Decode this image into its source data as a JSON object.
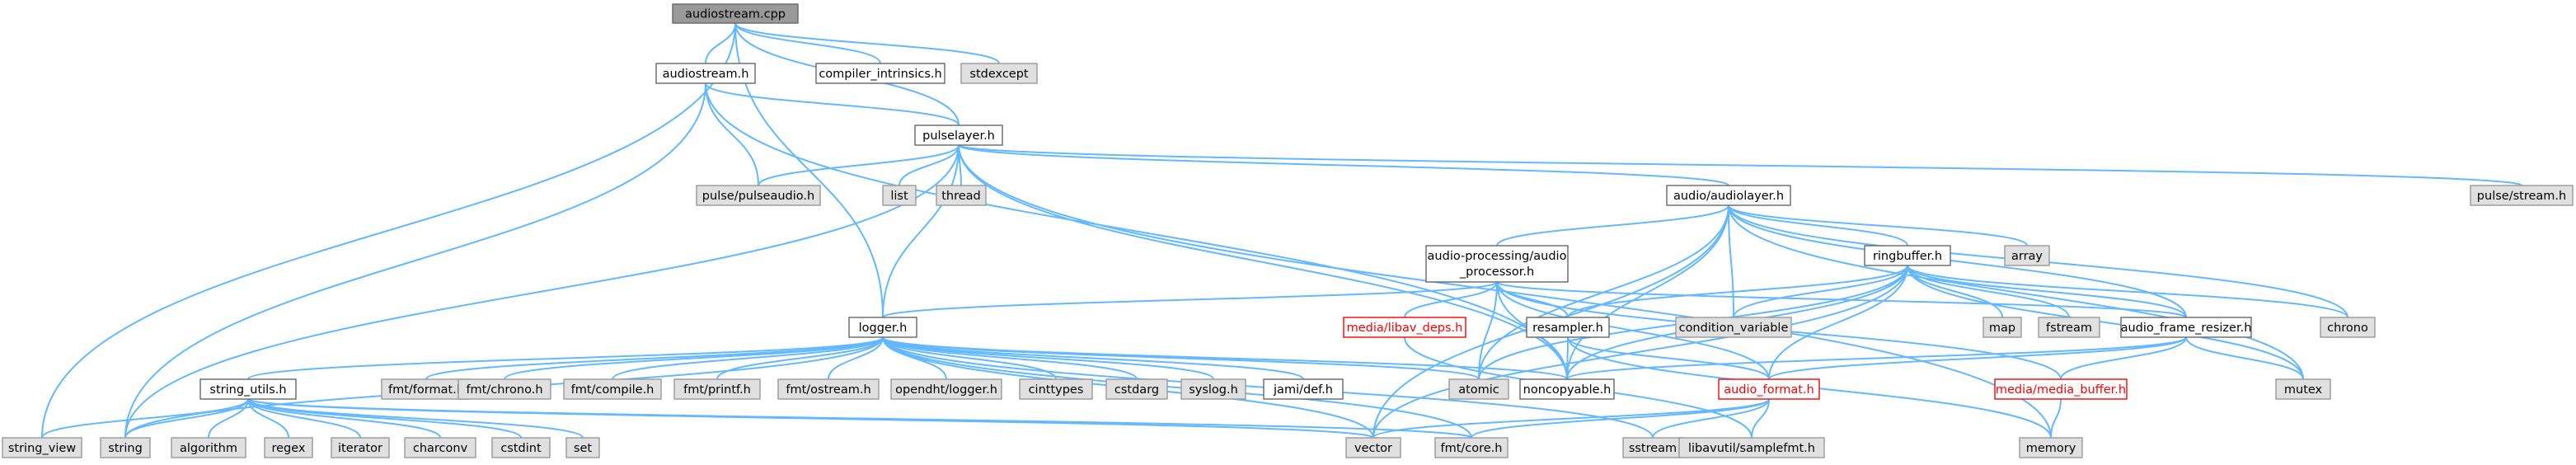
{
  "diagram": {
    "type": "include-dependency-graph",
    "root": "audiostream.cpp",
    "colors": {
      "edge": "#63b8ff",
      "root_fill": "#999999",
      "external_fill": "#e0e0e0",
      "documented_fill": "#ffffff",
      "missing_border": "#ff0000"
    },
    "nodes": [
      {
        "id": "audiostream_cpp",
        "label": "audiostream.cpp",
        "kind": "root"
      },
      {
        "id": "audiostream_h",
        "label": "audiostream.h",
        "kind": "int"
      },
      {
        "id": "compiler_intrinsics_h",
        "label": "compiler_intrinsics.h",
        "kind": "int"
      },
      {
        "id": "stdexcept",
        "label": "stdexcept",
        "kind": "ext"
      },
      {
        "id": "string_view",
        "label": "string_view",
        "kind": "ext"
      },
      {
        "id": "pulselayer_h",
        "label": "pulselayer.h",
        "kind": "int"
      },
      {
        "id": "logger_h",
        "label": "logger.h",
        "kind": "int"
      },
      {
        "id": "string",
        "label": "string",
        "kind": "ext"
      },
      {
        "id": "noncopyable_h",
        "label": "noncopyable.h",
        "kind": "int"
      },
      {
        "id": "pulse_pulseaudio_h",
        "label": "pulse/pulseaudio.h",
        "kind": "ext"
      },
      {
        "id": "list",
        "label": "list",
        "kind": "ext"
      },
      {
        "id": "thread",
        "label": "thread",
        "kind": "ext"
      },
      {
        "id": "audio_audiolayer_h",
        "label": "audio/audiolayer.h",
        "kind": "int"
      },
      {
        "id": "memory",
        "label": "memory",
        "kind": "ext"
      },
      {
        "id": "pulse_stream_h",
        "label": "pulse/stream.h",
        "kind": "ext"
      },
      {
        "id": "fmt_format_h",
        "label": "fmt/format.h",
        "kind": "ext"
      },
      {
        "id": "fmt_chrono_h",
        "label": "fmt/chrono.h",
        "kind": "ext"
      },
      {
        "id": "fmt_compile_h",
        "label": "fmt/compile.h",
        "kind": "ext"
      },
      {
        "id": "fmt_printf_h",
        "label": "fmt/printf.h",
        "kind": "ext"
      },
      {
        "id": "fmt_ostream_h",
        "label": "fmt/ostream.h",
        "kind": "ext"
      },
      {
        "id": "opendht_logger_h",
        "label": "opendht/logger.h",
        "kind": "ext"
      },
      {
        "id": "cinttypes",
        "label": "cinttypes",
        "kind": "ext"
      },
      {
        "id": "cstdarg",
        "label": "cstdarg",
        "kind": "ext"
      },
      {
        "id": "syslog_h",
        "label": "syslog.h",
        "kind": "ext"
      },
      {
        "id": "jami_def_h",
        "label": "jami/def.h",
        "kind": "int"
      },
      {
        "id": "string_utils_h",
        "label": "string_utils.h",
        "kind": "int"
      },
      {
        "id": "algorithm",
        "label": "algorithm",
        "kind": "ext"
      },
      {
        "id": "regex",
        "label": "regex",
        "kind": "ext"
      },
      {
        "id": "iterator",
        "label": "iterator",
        "kind": "ext"
      },
      {
        "id": "charconv",
        "label": "charconv",
        "kind": "ext"
      },
      {
        "id": "cstdint",
        "label": "cstdint",
        "kind": "ext"
      },
      {
        "id": "set",
        "label": "set",
        "kind": "ext"
      },
      {
        "id": "vector",
        "label": "vector",
        "kind": "ext"
      },
      {
        "id": "fmt_core_h",
        "label": "fmt/core.h",
        "kind": "ext"
      },
      {
        "id": "sstream",
        "label": "sstream",
        "kind": "ext"
      },
      {
        "id": "audio_processing_h",
        "label": "audio-processing/audio",
        "label2": "_processor.h",
        "kind": "int"
      },
      {
        "id": "media_libav_deps_h",
        "label": "media/libav_deps.h",
        "kind": "missing"
      },
      {
        "id": "resampler_h",
        "label": "resampler.h",
        "kind": "int"
      },
      {
        "id": "atomic",
        "label": "atomic",
        "kind": "ext"
      },
      {
        "id": "ringbuffer_h",
        "label": "ringbuffer.h",
        "kind": "int"
      },
      {
        "id": "condition_variable",
        "label": "condition_variable",
        "kind": "ext"
      },
      {
        "id": "map",
        "label": "map",
        "kind": "ext"
      },
      {
        "id": "fstream",
        "label": "fstream",
        "kind": "ext"
      },
      {
        "id": "audio_frame_resizer_h",
        "label": "audio_frame_resizer.h",
        "kind": "int"
      },
      {
        "id": "chrono",
        "label": "chrono",
        "kind": "ext"
      },
      {
        "id": "array",
        "label": "array",
        "kind": "ext"
      },
      {
        "id": "mutex",
        "label": "mutex",
        "kind": "ext"
      },
      {
        "id": "audio_format_h",
        "label": "audio_format.h",
        "kind": "missing"
      },
      {
        "id": "media_media_buffer_h",
        "label": "media/media_buffer.h",
        "kind": "missing"
      },
      {
        "id": "libavutil_samplefmt_h",
        "label": "libavutil/samplefmt.h",
        "kind": "ext"
      }
    ],
    "edges": [
      [
        "audiostream_cpp",
        "string_view"
      ],
      [
        "audiostream_cpp",
        "audiostream_h"
      ],
      [
        "audiostream_cpp",
        "compiler_intrinsics_h"
      ],
      [
        "audiostream_cpp",
        "stdexcept"
      ],
      [
        "audiostream_cpp",
        "pulselayer_h"
      ],
      [
        "audiostream_cpp",
        "logger_h"
      ],
      [
        "audiostream_h",
        "string"
      ],
      [
        "audiostream_h",
        "pulselayer_h"
      ],
      [
        "audiostream_h",
        "noncopyable_h"
      ],
      [
        "audiostream_h",
        "pulse_pulseaudio_h"
      ],
      [
        "pulselayer_h",
        "pulse_pulseaudio_h"
      ],
      [
        "pulselayer_h",
        "list"
      ],
      [
        "pulselayer_h",
        "thread"
      ],
      [
        "pulselayer_h",
        "string"
      ],
      [
        "pulselayer_h",
        "logger_h"
      ],
      [
        "pulselayer_h",
        "noncopyable_h"
      ],
      [
        "pulselayer_h",
        "audio_audiolayer_h"
      ],
      [
        "pulselayer_h",
        "memory"
      ],
      [
        "pulselayer_h",
        "pulse_stream_h"
      ],
      [
        "logger_h",
        "fmt_format_h"
      ],
      [
        "logger_h",
        "fmt_chrono_h"
      ],
      [
        "logger_h",
        "fmt_compile_h"
      ],
      [
        "logger_h",
        "fmt_printf_h"
      ],
      [
        "logger_h",
        "fmt_ostream_h"
      ],
      [
        "logger_h",
        "opendht_logger_h"
      ],
      [
        "logger_h",
        "cinttypes"
      ],
      [
        "logger_h",
        "cstdarg"
      ],
      [
        "logger_h",
        "syslog_h"
      ],
      [
        "logger_h",
        "jami_def_h"
      ],
      [
        "logger_h",
        "string_utils_h"
      ],
      [
        "logger_h",
        "string"
      ],
      [
        "logger_h",
        "atomic"
      ],
      [
        "logger_h",
        "noncopyable_h"
      ],
      [
        "logger_h",
        "vector"
      ],
      [
        "logger_h",
        "sstream"
      ],
      [
        "logger_h",
        "fmt_core_h"
      ],
      [
        "string_utils_h",
        "string_view"
      ],
      [
        "string_utils_h",
        "string"
      ],
      [
        "string_utils_h",
        "algorithm"
      ],
      [
        "string_utils_h",
        "regex"
      ],
      [
        "string_utils_h",
        "iterator"
      ],
      [
        "string_utils_h",
        "charconv"
      ],
      [
        "string_utils_h",
        "cstdint"
      ],
      [
        "string_utils_h",
        "set"
      ],
      [
        "string_utils_h",
        "vector"
      ],
      [
        "string_utils_h",
        "fmt_core_h"
      ],
      [
        "audio_audiolayer_h",
        "audio_processing_h"
      ],
      [
        "audio_audiolayer_h",
        "ringbuffer_h"
      ],
      [
        "audio_audiolayer_h",
        "array"
      ],
      [
        "audio_audiolayer_h",
        "condition_variable"
      ],
      [
        "audio_audiolayer_h",
        "noncopyable_h"
      ],
      [
        "audio_audiolayer_h",
        "atomic"
      ],
      [
        "audio_audiolayer_h",
        "audio_frame_resizer_h"
      ],
      [
        "audio_audiolayer_h",
        "chrono"
      ],
      [
        "audio_audiolayer_h",
        "mutex"
      ],
      [
        "audio_audiolayer_h",
        "vector"
      ],
      [
        "audio_processing_h",
        "logger_h"
      ],
      [
        "audio_processing_h",
        "media_libav_deps_h"
      ],
      [
        "audio_processing_h",
        "resampler_h"
      ],
      [
        "audio_processing_h",
        "audio_frame_resizer_h"
      ],
      [
        "audio_processing_h",
        "atomic"
      ],
      [
        "audio_processing_h",
        "noncopyable_h"
      ],
      [
        "audio_processing_h",
        "audio_format_h"
      ],
      [
        "audio_processing_h",
        "media_media_buffer_h"
      ],
      [
        "media_libav_deps_h",
        "libavutil_samplefmt_h"
      ],
      [
        "resampler_h",
        "noncopyable_h"
      ],
      [
        "resampler_h",
        "audio_format_h"
      ],
      [
        "resampler_h",
        "memory"
      ],
      [
        "ringbuffer_h",
        "condition_variable"
      ],
      [
        "ringbuffer_h",
        "map"
      ],
      [
        "ringbuffer_h",
        "fstream"
      ],
      [
        "ringbuffer_h",
        "audio_frame_resizer_h"
      ],
      [
        "ringbuffer_h",
        "chrono"
      ],
      [
        "ringbuffer_h",
        "mutex"
      ],
      [
        "ringbuffer_h",
        "resampler_h"
      ],
      [
        "ringbuffer_h",
        "noncopyable_h"
      ],
      [
        "ringbuffer_h",
        "atomic"
      ],
      [
        "ringbuffer_h",
        "audio_format_h"
      ],
      [
        "ringbuffer_h",
        "vector"
      ],
      [
        "audio_frame_resizer_h",
        "mutex"
      ],
      [
        "audio_frame_resizer_h",
        "media_media_buffer_h"
      ],
      [
        "audio_frame_resizer_h",
        "audio_format_h"
      ],
      [
        "audio_frame_resizer_h",
        "noncopyable_h"
      ],
      [
        "audio_format_h",
        "fmt_core_h"
      ],
      [
        "audio_format_h",
        "sstream"
      ],
      [
        "audio_format_h",
        "libavutil_samplefmt_h"
      ],
      [
        "audio_format_h",
        "vector"
      ],
      [
        "media_media_buffer_h",
        "memory"
      ]
    ]
  }
}
